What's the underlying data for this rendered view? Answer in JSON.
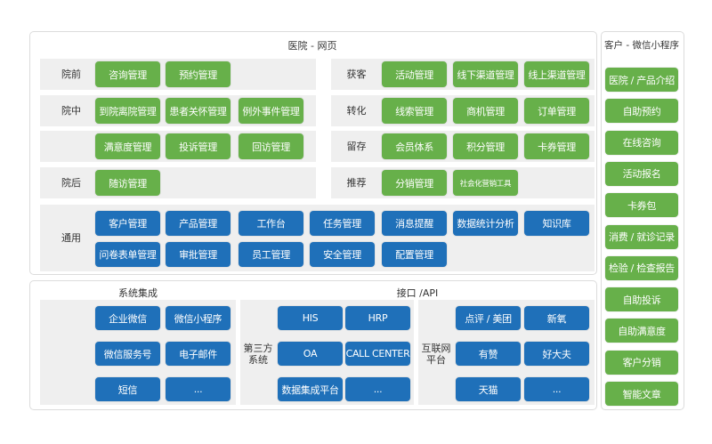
{
  "colors": {
    "green": "#67b04a",
    "blue": "#1f70b9"
  },
  "web": {
    "title": "医院 - 网页",
    "left_rows": [
      {
        "label": "院前",
        "buttons": [
          "咨询管理",
          "预约管理"
        ]
      },
      {
        "label": "院中",
        "buttons": [
          "到院离院管理",
          "患者关怀管理",
          "例外事件管理"
        ]
      },
      {
        "label": "",
        "buttons": [
          "满意度管理",
          "投诉管理",
          "回访管理"
        ]
      },
      {
        "label": "院后",
        "buttons": [
          "随访管理"
        ]
      }
    ],
    "right_rows": [
      {
        "label": "获客",
        "buttons": [
          "活动管理",
          "线下渠道管理",
          "线上渠道管理"
        ]
      },
      {
        "label": "转化",
        "buttons": [
          "线索管理",
          "商机管理",
          "订单管理"
        ]
      },
      {
        "label": "留存",
        "buttons": [
          "会员体系",
          "积分管理",
          "卡券管理"
        ]
      },
      {
        "label": "推荐",
        "buttons": [
          "分销管理",
          "社会化营销工具"
        ]
      }
    ],
    "common": {
      "label": "通用",
      "row1": [
        "客户管理",
        "产品管理",
        "工作台",
        "任务管理",
        "消息提醒",
        "数据统计分析",
        "知识库"
      ],
      "row2": [
        "问卷表单管理",
        "审批管理",
        "员工管理",
        "安全管理",
        "配置管理"
      ]
    }
  },
  "integration": {
    "title": "系统集成",
    "buttons": [
      "企业微信",
      "微信小程序",
      "微信服务号",
      "电子邮件",
      "短信",
      "..."
    ]
  },
  "api": {
    "title": "接口 /API",
    "third_party": {
      "label_line1": "第三方",
      "label_line2": "系统",
      "buttons": [
        "HIS",
        "HRP",
        "OA",
        "CALL CENTER",
        "数据集成平台",
        "..."
      ]
    },
    "internet": {
      "label_line1": "互联网",
      "label_line2": "平台",
      "buttons": [
        "点评 / 美团",
        "新氧",
        "有赞",
        "好大夫",
        "天猫",
        "..."
      ]
    }
  },
  "miniapp": {
    "title": "客户 - 微信小程序",
    "buttons": [
      "医院 / 产品介绍",
      "自助预约",
      "在线咨询",
      "活动报名",
      "卡券包",
      "消费 / 就诊记录",
      "检验 / 检查报告",
      "自助投诉",
      "自助满意度",
      "客户分销",
      "智能文章"
    ]
  }
}
